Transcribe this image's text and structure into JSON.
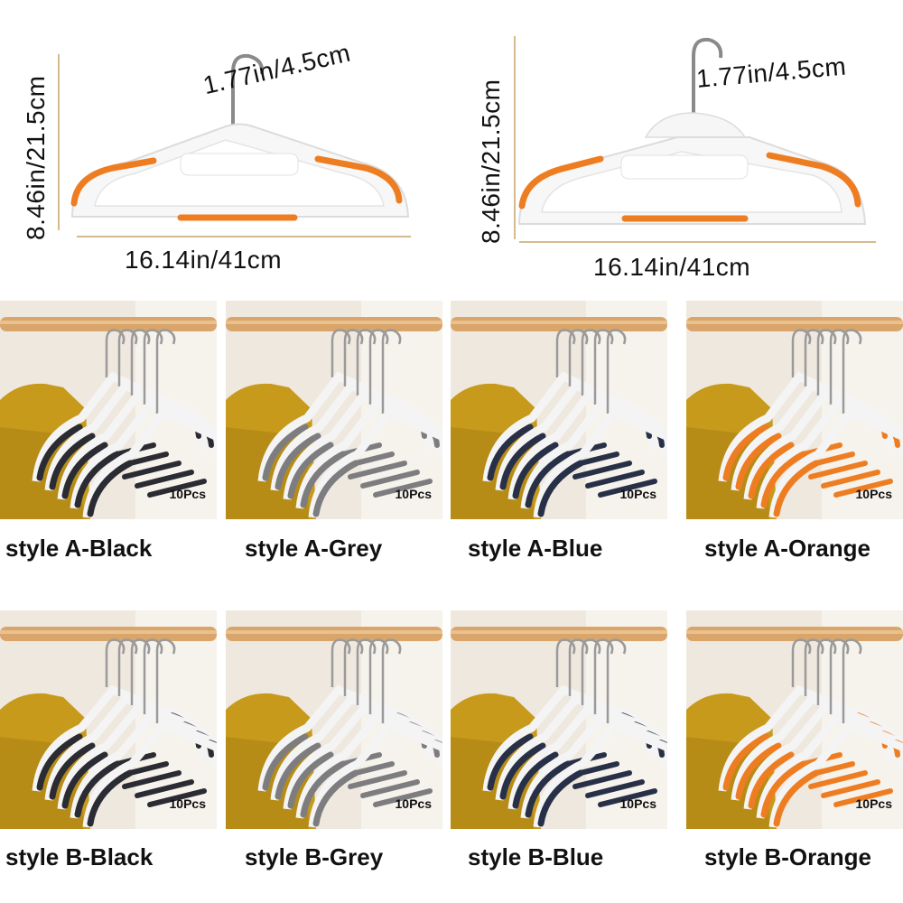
{
  "dimensions": {
    "left": {
      "height": "8.46in/21.5cm",
      "width": "16.14in/41cm",
      "hook": "1.77in/4.5cm",
      "style": "A"
    },
    "right": {
      "height": "8.46in/21.5cm",
      "width": "16.14in/41cm",
      "hook": "1.77in/4.5cm",
      "style": "B"
    },
    "accent_color": "#ee7d22"
  },
  "variants": [
    {
      "label": "style A-Black",
      "count": "10Pcs",
      "color": "#2b2b33",
      "style": "A"
    },
    {
      "label": "style A-Grey",
      "count": "10Pcs",
      "color": "#7d7d80",
      "style": "A"
    },
    {
      "label": "style A-Blue",
      "count": "10Pcs",
      "color": "#283048",
      "style": "A"
    },
    {
      "label": "style A-Orange",
      "count": "10Pcs",
      "color": "#ee7d22",
      "style": "A"
    },
    {
      "label": "style B-Black",
      "count": "10Pcs",
      "color": "#2b2b33",
      "style": "B"
    },
    {
      "label": "style B-Grey",
      "count": "10Pcs",
      "color": "#7d7d80",
      "style": "B"
    },
    {
      "label": "style B-Blue",
      "count": "10Pcs",
      "color": "#283048",
      "style": "B"
    },
    {
      "label": "style B-Orange",
      "count": "10Pcs",
      "color": "#ee7d22",
      "style": "B"
    }
  ]
}
